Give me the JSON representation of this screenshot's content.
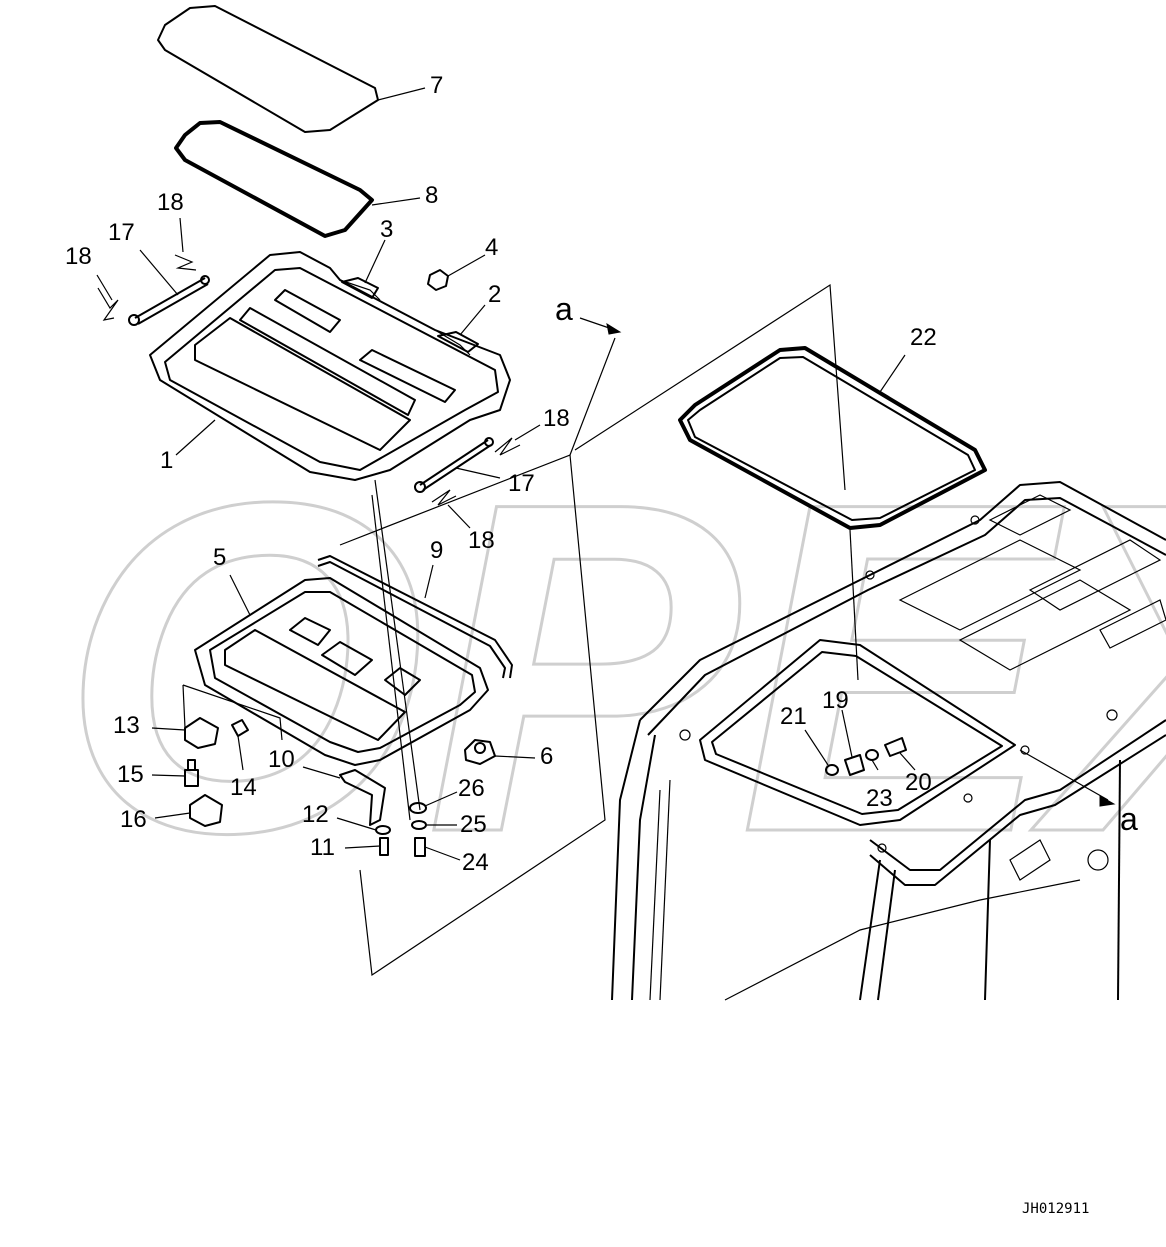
{
  "diagram": {
    "callouts": [
      {
        "id": "c7",
        "text": "7"
      },
      {
        "id": "c8",
        "text": "8"
      },
      {
        "id": "c3",
        "text": "3"
      },
      {
        "id": "c4",
        "text": "4"
      },
      {
        "id": "c2",
        "text": "2"
      },
      {
        "id": "c17a",
        "text": "17"
      },
      {
        "id": "c18a",
        "text": "18"
      },
      {
        "id": "c18b",
        "text": "18"
      },
      {
        "id": "c1",
        "text": "1"
      },
      {
        "id": "c18c",
        "text": "18"
      },
      {
        "id": "c17b",
        "text": "17"
      },
      {
        "id": "c18d",
        "text": "18"
      },
      {
        "id": "c22",
        "text": "22"
      },
      {
        "id": "c5",
        "text": "5"
      },
      {
        "id": "c9",
        "text": "9"
      },
      {
        "id": "c13",
        "text": "13"
      },
      {
        "id": "c14",
        "text": "14"
      },
      {
        "id": "c10",
        "text": "10"
      },
      {
        "id": "c6",
        "text": "6"
      },
      {
        "id": "c15",
        "text": "15"
      },
      {
        "id": "c16",
        "text": "16"
      },
      {
        "id": "c12",
        "text": "12"
      },
      {
        "id": "c11",
        "text": "11"
      },
      {
        "id": "c26",
        "text": "26"
      },
      {
        "id": "c25",
        "text": "25"
      },
      {
        "id": "c24",
        "text": "24"
      },
      {
        "id": "c19",
        "text": "19"
      },
      {
        "id": "c21",
        "text": "21"
      },
      {
        "id": "c23",
        "text": "23"
      },
      {
        "id": "c20",
        "text": "20"
      }
    ],
    "reference_marks": [
      {
        "id": "a1",
        "text": "a"
      },
      {
        "id": "a2",
        "text": "a"
      }
    ],
    "drawing_code": "JH012911",
    "watermark": "OPEX"
  }
}
